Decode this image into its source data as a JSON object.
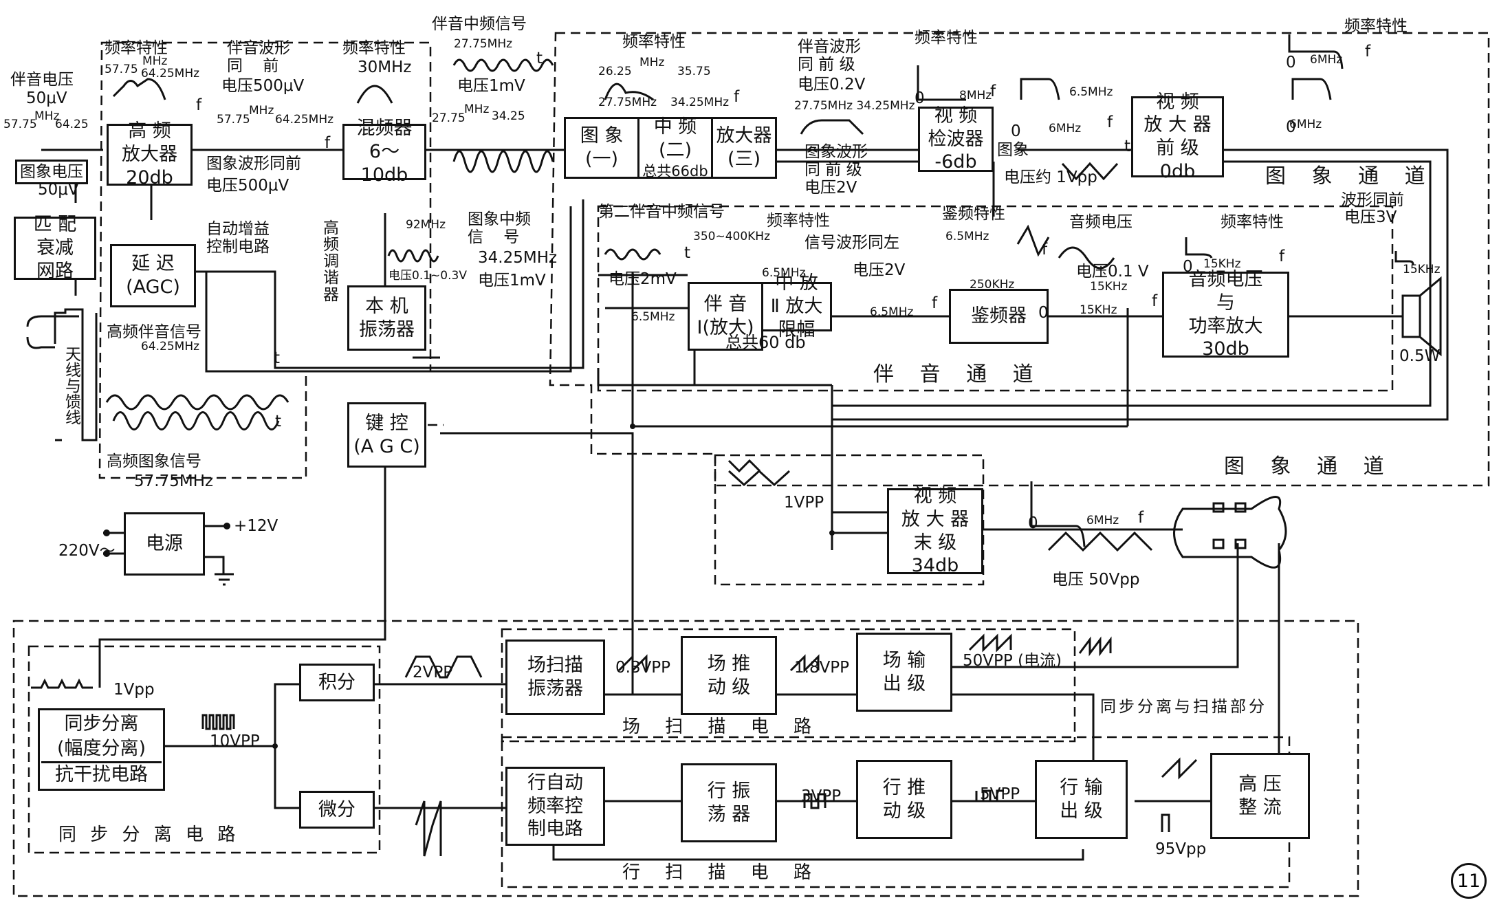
{
  "figure_number": "11",
  "blocks": {
    "rf_amp": {
      "line1": "高 频",
      "line2": "放大器",
      "line3": "20db"
    },
    "mixer": {
      "line1": "混频器",
      "line2": "6～10db"
    },
    "local_osc": {
      "line1": "本 机",
      "line2": "振荡器"
    },
    "matching": {
      "line1": "匹 配",
      "line2": "衰减",
      "line3": "网路"
    },
    "delay_agc": {
      "line1": "延 迟",
      "line2": "(AGC)"
    },
    "keyed_agc": {
      "line1": "键 控",
      "line2": "(A G C)"
    },
    "if1": {
      "line1": "图 象",
      "line2": "(一)"
    },
    "if2": {
      "line1": "中 频",
      "line2": "(二)",
      "line3": "总共66db"
    },
    "if3": {
      "line1": "放大器",
      "line2": "(三)"
    },
    "video_det": {
      "line1": "视 频",
      "line2": "检波器",
      "line3": "-6db"
    },
    "video_pre": {
      "line1": "视    频",
      "line2": "放 大 器",
      "line3": "前    级",
      "line4": "0db"
    },
    "sound_if1": {
      "line1": "伴 音",
      "line2": "Ⅰ(放大)"
    },
    "sound_if2": {
      "line1": "中 放",
      "line2": "Ⅱ 放大",
      "line3": "限幅"
    },
    "sound_if_total": "总共60 db",
    "discriminator": {
      "line1": "鉴频器"
    },
    "audio_amp": {
      "line1": "音频电压",
      "line2": "与",
      "line3": "功率放大",
      "line4": "30db"
    },
    "video_final": {
      "line1": "视    频",
      "line2": "放 大 器",
      "line3": "末    级",
      "line4": "34db"
    },
    "power": {
      "line1": "电源"
    },
    "sync_sep": {
      "line1": "同步分离",
      "line2": "(幅度分离)",
      "line3": "抗干扰电路"
    },
    "integrator": {
      "line1": "积分"
    },
    "differentiator": {
      "line1": "微分"
    },
    "v_osc": {
      "line1": "场扫描",
      "line2": "振荡器"
    },
    "v_drive": {
      "line1": "场  推",
      "line2": "动  级"
    },
    "v_out": {
      "line1": "场  输",
      "line2": "出  级"
    },
    "h_afc": {
      "line1": "行自动",
      "line2": "频率控",
      "line3": "制电路"
    },
    "h_osc": {
      "line1": "行  振",
      "line2": "荡  器"
    },
    "h_drive": {
      "line1": "行  推",
      "line2": "动  级"
    },
    "h_out": {
      "line1": "行  输",
      "line2": "出  级"
    },
    "hv_rect": {
      "line1": "高  压",
      "line2": "整  流"
    }
  },
  "labels": {
    "sound_voltage": "伴音电压",
    "v50uv": "50μV",
    "f5775": "57.75",
    "mhz": "MHz",
    "f6425": "64.25",
    "pic_voltage": "图象电压",
    "pic_50uv": "50μV",
    "freq_char_1": "频率特性",
    "fc1_a": "57.75",
    "fc1_mhz": "MHz",
    "fc1_b": "64.25MHz",
    "sound_wave_pre": "伴音波形\n同    前",
    "voltage500": "电压500μV",
    "rf_out_a": "57.75",
    "rf_out_mhz": "MHz",
    "rf_out_b": "64.25MHz",
    "pic_wave_pre": "图象波形同前",
    "voltage500b": "电压500μV",
    "freq_char_2": "频率特性",
    "f30mhz": "30MHz",
    "sound_if_signal": "伴音中频信号",
    "sif_2775": "27.75MHz",
    "sif_v": "电压1mV",
    "mix_a": "27.75",
    "mix_mhz": "MHz",
    "mix_b": "34.25",
    "pic_if_signal": "图象中频\n信    号",
    "pif_3425": "34.25MHz",
    "pif_v": "电压1mV",
    "hf_tuner": "高\n频\n调\n谐\n器",
    "lo_92": "92MHz",
    "lo_v": "电压0.1~0.3V",
    "agc_ctrl": "自动增益\n控制电路",
    "antenna": "天\n线\n与\n馈\n线",
    "hf_sound": "高频伴音信号",
    "hf_sound_f": "64.25MHz",
    "hf_pic": "高频图象信号",
    "hf_pic_f": "57.75MHz",
    "freq_char_3": "频率特性",
    "fc3_2625": "26.25",
    "fc3_3575": "35.75",
    "fc3_mhz": "MHz",
    "fc3_2775": "27.75MHz",
    "fc3_3425": "34.25MHz",
    "sound_wave_pre2": "伴音波形\n同 前 级",
    "v02": "电压0.2V",
    "f2775_3425": "27.75MHz 34.25MHz",
    "pic_wave_pre2": "图象波形\n同 前 级",
    "v2v": "电压2V",
    "freq_char_4": "频率特性",
    "f8mhz": "8MHz",
    "f65mhz": "6.5MHz",
    "f6mhz": "6MHz",
    "pic_label": "图象",
    "v1vpp": "电压约 1Vpp",
    "freq_char_5": "频率特性",
    "f6mhz_b": "6MHz",
    "f6mhz_c": "6MHz",
    "pic_channel": "图 象 通 道",
    "second_sif": "第二伴音中频信号",
    "freq_char_6": "频率特性",
    "f350": "350~400KHz",
    "sig_wave_same": "信号波形同左",
    "f65b": "6.5MHz",
    "v2mv": "电压2mV",
    "f65c": "6.5MHz",
    "disc_char": "鉴频特性",
    "f65d": "6.5MHz",
    "f250": "250KHz",
    "v2v_b": "电压2V",
    "f65e": "6.5MHz",
    "audio_v": "音频电压",
    "v01": "电压0.1 V",
    "f15k": "15KHz",
    "f15k_b": "15KHz",
    "freq_char_7": "频率特性",
    "f15k_c": "15KHz",
    "wave_same": "波形同前",
    "v3v": "电压3V",
    "f15k_d": "15KHz",
    "w05": "0.5W",
    "sound_channel": "伴 音 通 道",
    "pic_channel2": "图 象 通 道",
    "v1vpp_b": "1VPP",
    "f6mhz_d": "6MHz",
    "v50vpp": "电压 50Vpp",
    "v220": "220V～",
    "v12": "+12V",
    "sync_scan": "同步分离与扫描部分",
    "sync_circuit": "同 步 分 离 电 路",
    "v_circuit": "场 扫 描 电 路",
    "h_circuit": "行 扫 描 电 路",
    "v1vpp_c": "1Vpp",
    "v10vpp": "10VPP",
    "v2vpp": "2VPP",
    "v03vpp": "0.3VPP",
    "v18vpp": "1.8VPP",
    "v50vpp_b": "50VPP",
    "current": "(电流)",
    "v3vpp": "3VPP",
    "v5vpp": "5VPP",
    "v95vpp": "95Vpp",
    "zero": "0",
    "f_axis": "f",
    "t_axis": "t"
  }
}
